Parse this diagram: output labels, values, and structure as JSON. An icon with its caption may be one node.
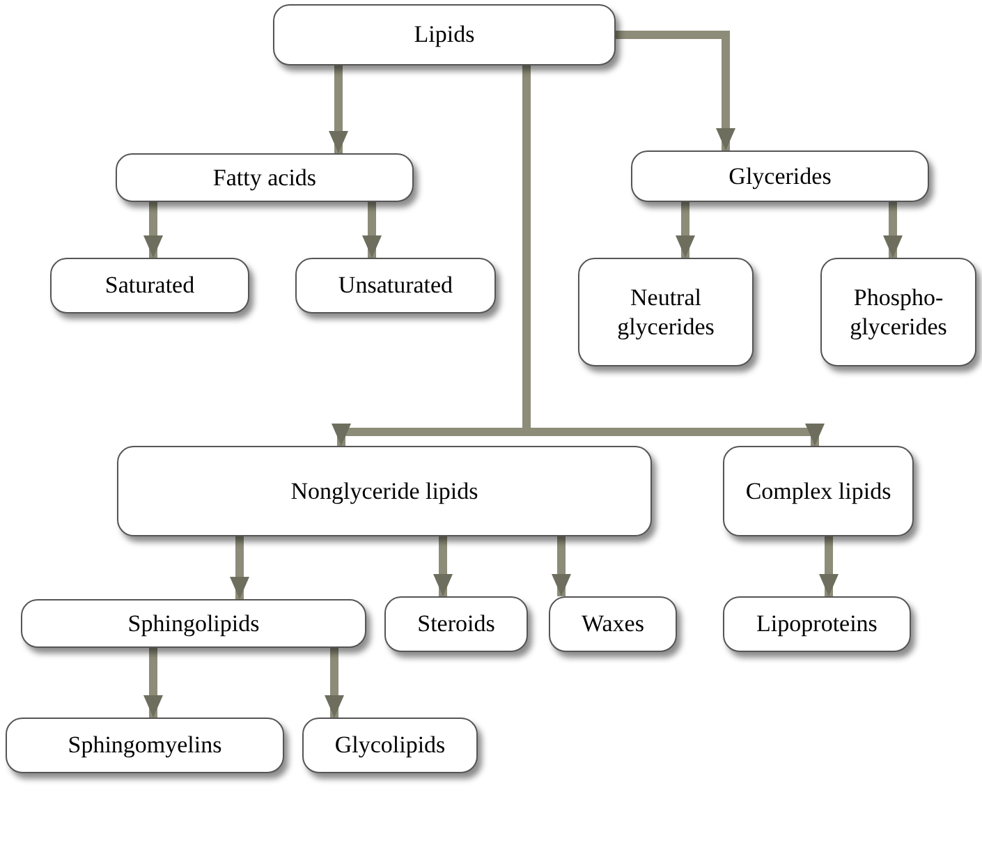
{
  "diagram": {
    "nodes": [
      {
        "text": [
          "Lipids"
        ]
      },
      {
        "text": [
          "Fatty acids"
        ]
      },
      {
        "text": [
          "Glycerides"
        ]
      },
      {
        "text": [
          "Saturated"
        ]
      },
      {
        "text": [
          "Unsaturated"
        ]
      },
      {
        "text": [
          "Neutral glycerides"
        ]
      },
      {
        "text": [
          "Phospho-glycerides"
        ]
      },
      {
        "text": [
          "Nonglyceride lipids"
        ]
      },
      {
        "text": [
          "Complex lipids"
        ]
      },
      {
        "text": [
          "Sphingolipids"
        ]
      },
      {
        "text": [
          "Steroids"
        ]
      },
      {
        "text": [
          "Waxes"
        ]
      },
      {
        "text": [
          "Lipoproteins"
        ]
      },
      {
        "text": [
          "Sphingomyelins"
        ]
      },
      {
        "text": [
          "Glycolipids"
        ]
      }
    ],
    "edges": [
      {
        "from": 0,
        "to": 1,
        "arrow": "to"
      },
      {
        "from": 0,
        "to": 2,
        "arrow": "to"
      },
      {
        "from": 0,
        "to": 7,
        "arrow": "to"
      },
      {
        "from": 0,
        "to": 8,
        "arrow": "to"
      },
      {
        "from": 1,
        "to": 3,
        "arrow": "to"
      },
      {
        "from": 1,
        "to": 4,
        "arrow": "to"
      },
      {
        "from": 2,
        "to": 5,
        "arrow": "to"
      },
      {
        "from": 2,
        "to": 6,
        "arrow": "to"
      },
      {
        "from": 7,
        "to": 9,
        "arrow": "to"
      },
      {
        "from": 7,
        "to": 10,
        "arrow": "to"
      },
      {
        "from": 7,
        "to": 11,
        "arrow": "to"
      },
      {
        "from": 8,
        "to": 12,
        "arrow": "to"
      },
      {
        "from": 9,
        "to": 13,
        "arrow": "to"
      },
      {
        "from": 9,
        "to": 14,
        "arrow": "to"
      }
    ]
  }
}
